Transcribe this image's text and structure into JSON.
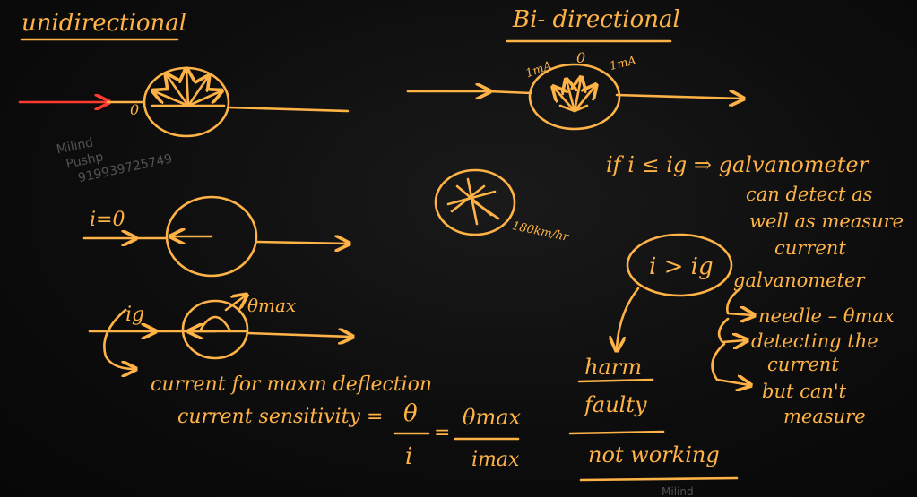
{
  "watermark": {
    "name1": "Milind",
    "name2": "Pushp",
    "phone": "919939725749",
    "bottom": "Milind"
  },
  "headings": {
    "left": "unidirectional",
    "right": "Bi- directional"
  },
  "uni": {
    "zero": "0",
    "i0": "i=0",
    "ig": "ig",
    "theta_max": "θmax"
  },
  "bi": {
    "left_label": "1mA",
    "zero": "0",
    "right_label": "1mA",
    "speedo": "180km/hr"
  },
  "notes": {
    "line1": "current for maxm deflection",
    "cs_label": "current sensitivity =",
    "frac1_num": "θ",
    "frac1_den": "i",
    "eq": "=",
    "frac2_num": "θmax",
    "frac2_den": "imax"
  },
  "right_notes": {
    "cond1": "if i ≤ ig ⇒ galvanometer",
    "cond1b": "can detect as",
    "cond1c": "well as measure",
    "cond1d": "current",
    "cond2": "i > ig",
    "cond2_tail": "galvanometer",
    "b1": "needle – θmax",
    "b2": "detecting the",
    "b2b": "current",
    "b3": "but can't",
    "b3b": "measure",
    "harm": "harm",
    "faulty": "faulty",
    "notworking": "not working"
  }
}
